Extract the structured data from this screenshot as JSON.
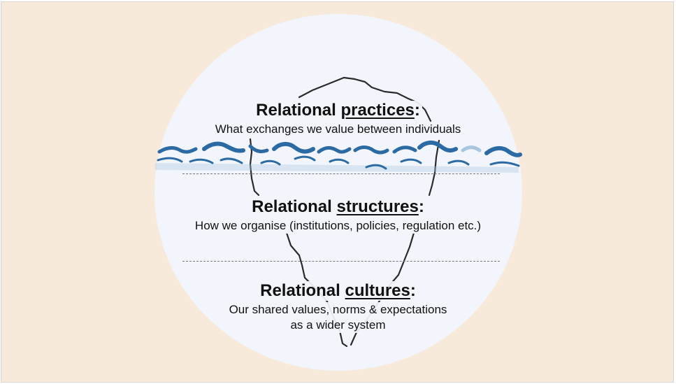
{
  "layers": [
    {
      "heading_prefix": "Relational",
      "heading_keyword": "practices",
      "heading_suffix": ":",
      "description_lines": [
        "What exchanges we value between individuals"
      ]
    },
    {
      "heading_prefix": "Relational",
      "heading_keyword": "structures",
      "heading_suffix": ":",
      "description_lines": [
        "How we organise (institutions, policies, regulation etc.)"
      ]
    },
    {
      "heading_prefix": "Relational",
      "heading_keyword": "cultures",
      "heading_suffix": ":",
      "description_lines": [
        "Our shared values, norms & expectations",
        "as a wider system"
      ]
    }
  ],
  "colors": {
    "background": "#f8eadb",
    "circle": "#f2f5fb",
    "water": "#2c6aa3",
    "water_light": "#a9c6e0",
    "iceberg_outline": "#2b2b2b",
    "divider": "#777777"
  },
  "icons": [
    "iceberg-outline-icon",
    "water-waves-icon"
  ]
}
